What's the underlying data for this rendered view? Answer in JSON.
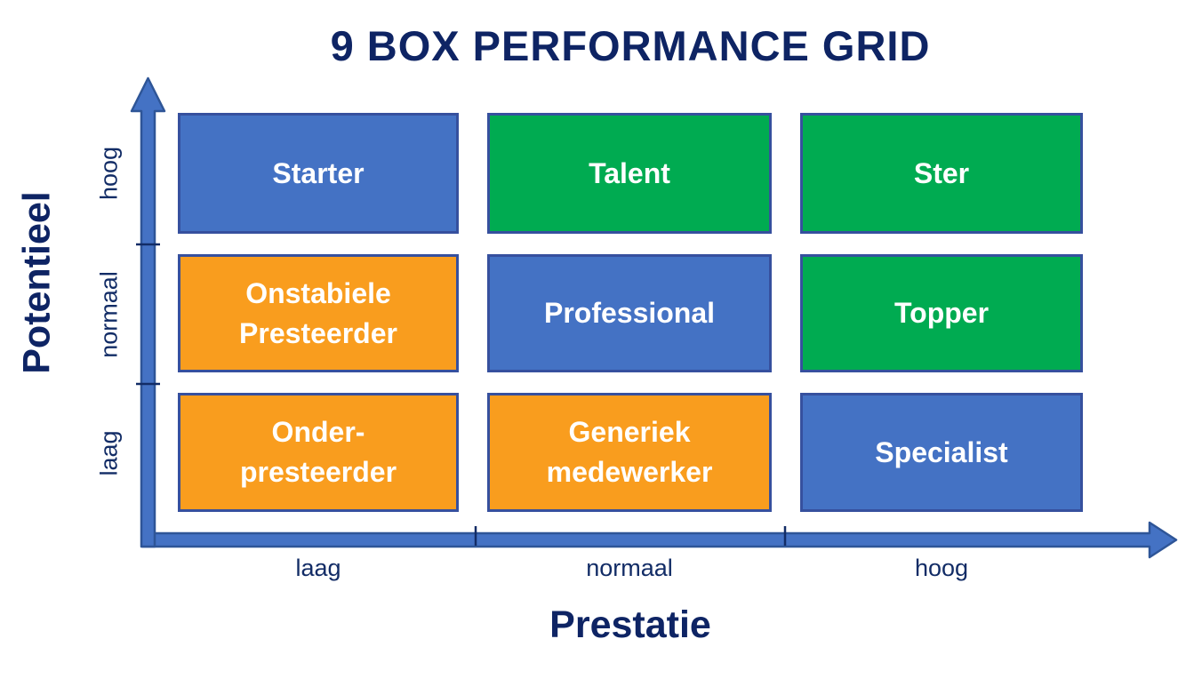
{
  "title": "9 BOX PERFORMANCE GRID",
  "colors": {
    "box_blue": "#4472C4",
    "box_green": "#00AB51",
    "box_orange": "#F99D1E",
    "box_border_navy": "#36509E",
    "axis_fill_blue": "#4472C4",
    "axis_outline_blue": "#2E5597",
    "text_navy": "#0E2464",
    "tick_text_navy": "#122C66",
    "box_text_white": "#FFFFFF"
  },
  "y_axis": {
    "label": "Potentieel",
    "ticks": [
      "hoog",
      "normaal",
      "laag"
    ]
  },
  "x_axis": {
    "label": "Prestatie",
    "ticks": [
      "laag",
      "normaal",
      "hoog"
    ]
  },
  "grid": {
    "rows": 3,
    "cols": 3,
    "cells": [
      {
        "label": "Starter",
        "color": "blue",
        "row": "hoog",
        "col": "laag"
      },
      {
        "label": "Talent",
        "color": "green",
        "row": "hoog",
        "col": "normaal"
      },
      {
        "label": "Ster",
        "color": "green",
        "row": "hoog",
        "col": "hoog"
      },
      {
        "label": "Onstabiele\nPresteerder",
        "color": "orange",
        "row": "normaal",
        "col": "laag"
      },
      {
        "label": "Professional",
        "color": "blue",
        "row": "normaal",
        "col": "normaal"
      },
      {
        "label": "Topper",
        "color": "green",
        "row": "normaal",
        "col": "hoog"
      },
      {
        "label": "Onder-\npresteerder",
        "color": "orange",
        "row": "laag",
        "col": "laag"
      },
      {
        "label": "Generiek\nmedewerker",
        "color": "orange",
        "row": "laag",
        "col": "normaal"
      },
      {
        "label": "Specialist",
        "color": "blue",
        "row": "laag",
        "col": "hoog"
      }
    ]
  }
}
